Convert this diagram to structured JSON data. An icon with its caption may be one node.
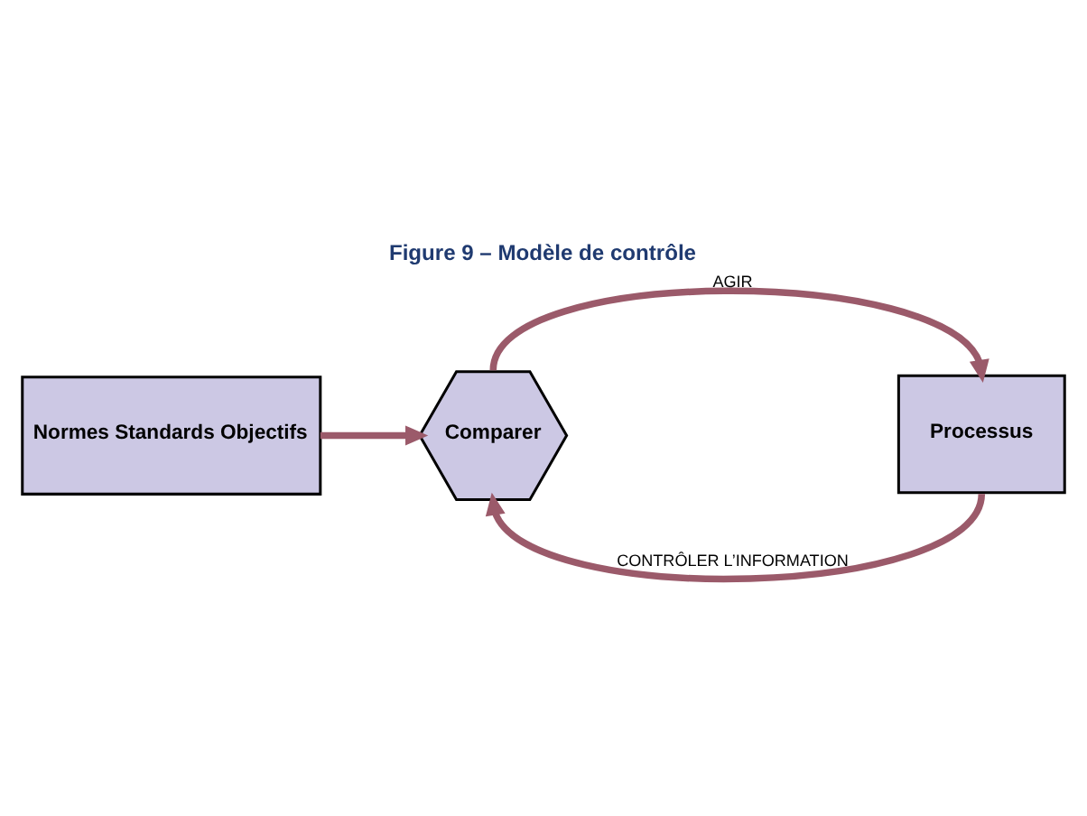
{
  "diagram": {
    "title": "Figure 9 – Modèle de contrôle",
    "nodes": [
      {
        "text": [
          "Normes Standards Objectifs"
        ]
      },
      {
        "text": [
          "Comparer"
        ]
      },
      {
        "text": [
          "Processus"
        ]
      }
    ],
    "edges": [
      {
        "from": 0,
        "to": 1,
        "arrow": "to"
      },
      {
        "from": 1,
        "to": 2,
        "arrow": "to",
        "label": "AGIR"
      },
      {
        "from": 2,
        "to": 1,
        "arrow": "to",
        "label": "CONTRÔLER L’INFORMATION"
      }
    ]
  }
}
